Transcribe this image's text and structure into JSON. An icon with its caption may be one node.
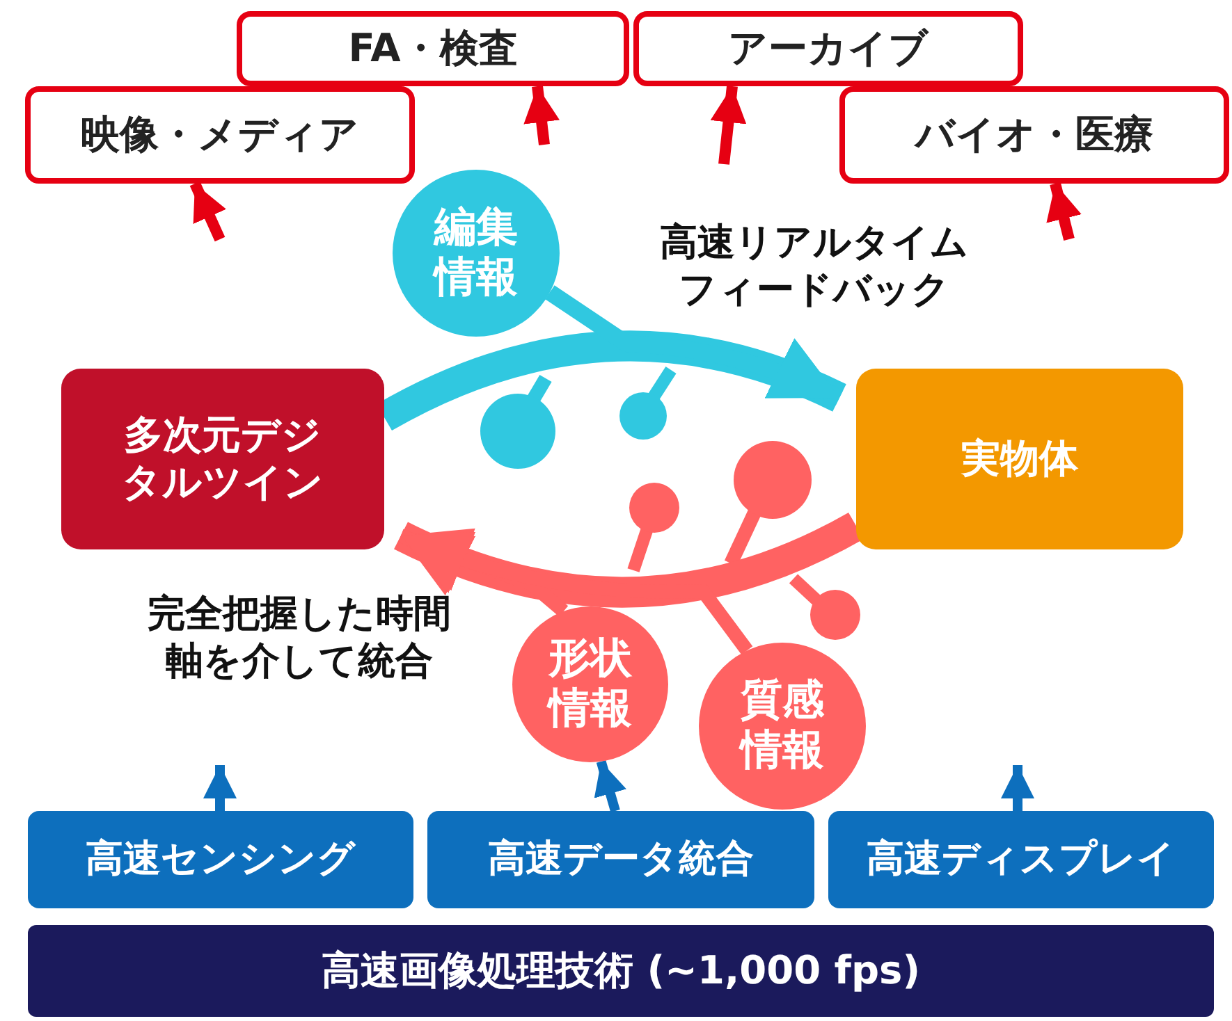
{
  "diagram": {
    "nodes": [
      {
        "text": [
          "FA・検査"
        ]
      },
      {
        "text": [
          "アーカイブ"
        ]
      },
      {
        "text": [
          "映像・メディア"
        ]
      },
      {
        "text": [
          "バイオ・医療"
        ]
      },
      {
        "text": [
          "多次元デジタルツイン"
        ]
      },
      {
        "text": [
          "実物体"
        ]
      },
      {
        "text": [
          "編集情報"
        ]
      },
      {
        "text": [
          "形状情報"
        ]
      },
      {
        "text": [
          "質感情報"
        ]
      },
      {
        "text": [
          "高速センシング"
        ]
      },
      {
        "text": [
          "高速データ統合"
        ]
      },
      {
        "text": [
          "高速ディスプレイ"
        ]
      },
      {
        "text": [
          "高速画像処理技術 (~1,000 fps)"
        ]
      }
    ],
    "edges": [
      {
        "from": null,
        "to": 2,
        "arrow": "to"
      },
      {
        "from": null,
        "to": 0,
        "arrow": "to"
      },
      {
        "from": null,
        "to": 1,
        "arrow": "to"
      },
      {
        "from": null,
        "to": 3,
        "arrow": "to"
      },
      {
        "from": 4,
        "to": 5,
        "arrow": "to",
        "style": "thick",
        "color": "#30c8e0"
      },
      {
        "from": 5,
        "to": 4,
        "arrow": "to",
        "style": "thick",
        "color": "#ff6262"
      },
      {
        "from": 6,
        "to": 5,
        "arrow": "to",
        "color": "#30c8e0"
      },
      {
        "from": 7,
        "to": 4,
        "arrow": "to",
        "color": "#ff6262"
      },
      {
        "from": 8,
        "to": 4,
        "arrow": "to",
        "color": "#ff6262"
      },
      {
        "from": 9,
        "to": null,
        "arrow": "to",
        "color": "#0d6fbd"
      },
      {
        "from": 10,
        "to": 7,
        "arrow": "to",
        "color": "#0d6fbd"
      },
      {
        "from": 11,
        "to": null,
        "arrow": "to",
        "color": "#0d6fbd"
      }
    ],
    "labels": [
      "高速リアルタイムフィードバック",
      "完全把握した時間軸を介して統合"
    ]
  }
}
